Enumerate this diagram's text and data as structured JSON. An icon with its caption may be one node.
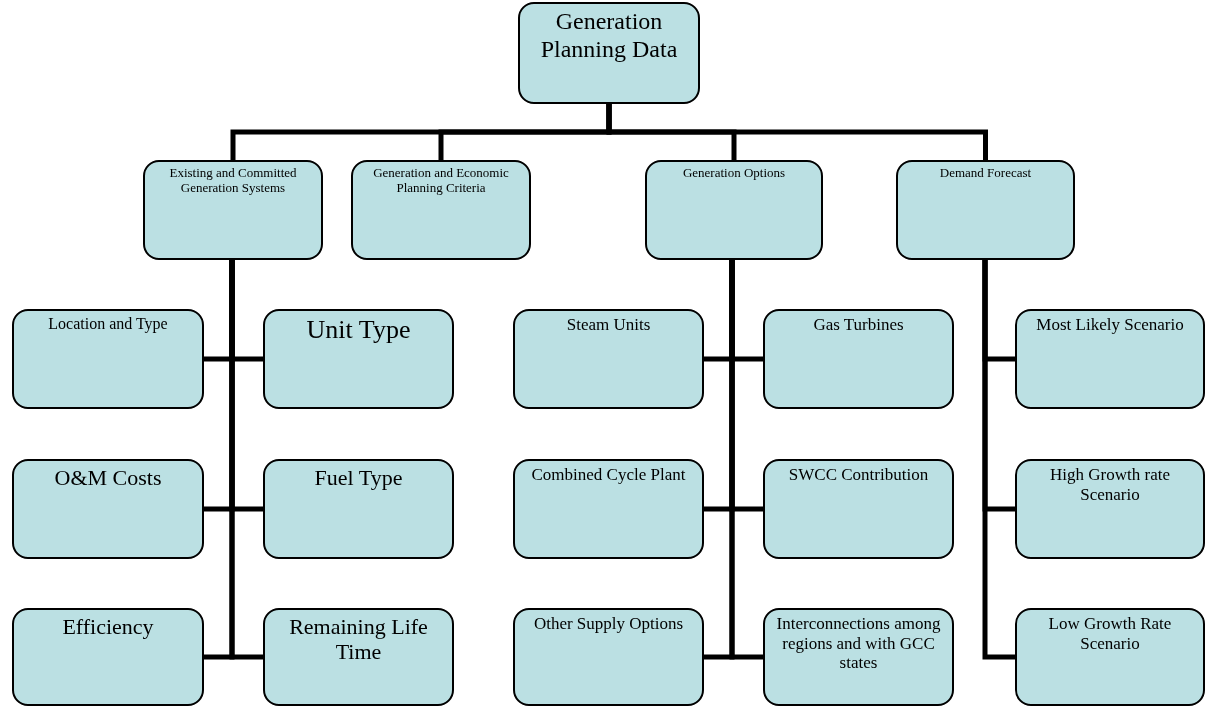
{
  "diagram": {
    "nodes": [
      {
        "text": [
          "Generation Planning Data"
        ]
      },
      {
        "text": [
          "Existing and Committed Generation Systems"
        ]
      },
      {
        "text": [
          "Generation and Economic Planning Criteria"
        ]
      },
      {
        "text": [
          "Generation Options"
        ]
      },
      {
        "text": [
          "Demand Forecast"
        ]
      },
      {
        "text": [
          "Location and Type"
        ]
      },
      {
        "text": [
          "Unit Type"
        ]
      },
      {
        "text": [
          "O&M Costs"
        ]
      },
      {
        "text": [
          "Fuel Type"
        ]
      },
      {
        "text": [
          "Efficiency"
        ]
      },
      {
        "text": [
          "Remaining Life Time"
        ]
      },
      {
        "text": [
          "Steam Units"
        ]
      },
      {
        "text": [
          "Gas Turbines"
        ]
      },
      {
        "text": [
          "Combined Cycle Plant"
        ]
      },
      {
        "text": [
          "SWCC Contribution"
        ]
      },
      {
        "text": [
          "Other Supply Options"
        ]
      },
      {
        "text": [
          "Interconnections among regions and with GCC states"
        ]
      },
      {
        "text": [
          "Most Likely Scenario"
        ]
      },
      {
        "text": [
          "High Growth rate Scenario"
        ]
      },
      {
        "text": [
          "Low Growth Rate Scenario"
        ]
      }
    ],
    "edges": [
      {
        "from": 0,
        "to": 1,
        "arrow": "none"
      },
      {
        "from": 0,
        "to": 2,
        "arrow": "none"
      },
      {
        "from": 0,
        "to": 3,
        "arrow": "none"
      },
      {
        "from": 0,
        "to": 4,
        "arrow": "none"
      },
      {
        "from": 1,
        "to": 5,
        "arrow": "none"
      },
      {
        "from": 1,
        "to": 6,
        "arrow": "none"
      },
      {
        "from": 1,
        "to": 7,
        "arrow": "none"
      },
      {
        "from": 1,
        "to": 8,
        "arrow": "none"
      },
      {
        "from": 1,
        "to": 9,
        "arrow": "none"
      },
      {
        "from": 1,
        "to": 10,
        "arrow": "none"
      },
      {
        "from": 3,
        "to": 11,
        "arrow": "none"
      },
      {
        "from": 3,
        "to": 12,
        "arrow": "none"
      },
      {
        "from": 3,
        "to": 13,
        "arrow": "none"
      },
      {
        "from": 3,
        "to": 14,
        "arrow": "none"
      },
      {
        "from": 3,
        "to": 15,
        "arrow": "none"
      },
      {
        "from": 3,
        "to": 16,
        "arrow": "none"
      },
      {
        "from": 4,
        "to": 17,
        "arrow": "none"
      },
      {
        "from": 4,
        "to": 18,
        "arrow": "none"
      },
      {
        "from": 4,
        "to": 19,
        "arrow": "none"
      }
    ]
  }
}
